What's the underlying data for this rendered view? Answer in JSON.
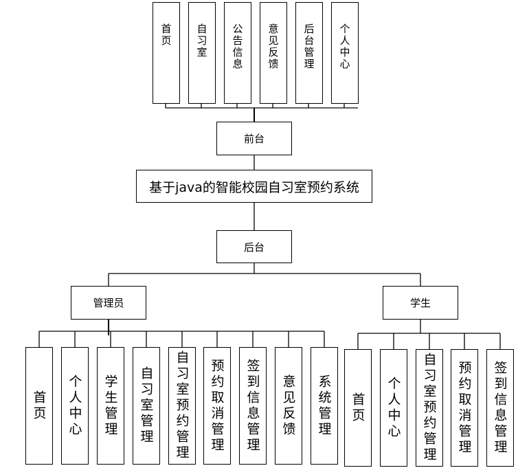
{
  "title": "基于java的智能校园自习室预约系统",
  "frontend": {
    "label": "前台",
    "modules": [
      "首页",
      "自习室",
      "公告信息",
      "意见反馈",
      "后台管理",
      "个人中心"
    ]
  },
  "backend": {
    "label": "后台"
  },
  "admin": {
    "label": "管理员",
    "modules": [
      "首页",
      "个人中心",
      "学生管理",
      "自习室管理",
      "自习室预约管理",
      "预约取消管理",
      "签到信息管理",
      "意见反馈",
      "系统管理"
    ]
  },
  "student": {
    "label": "学生",
    "modules": [
      "首页",
      "个人中心",
      "自习室预约管理",
      "预约取消管理",
      "签到信息管理"
    ]
  }
}
